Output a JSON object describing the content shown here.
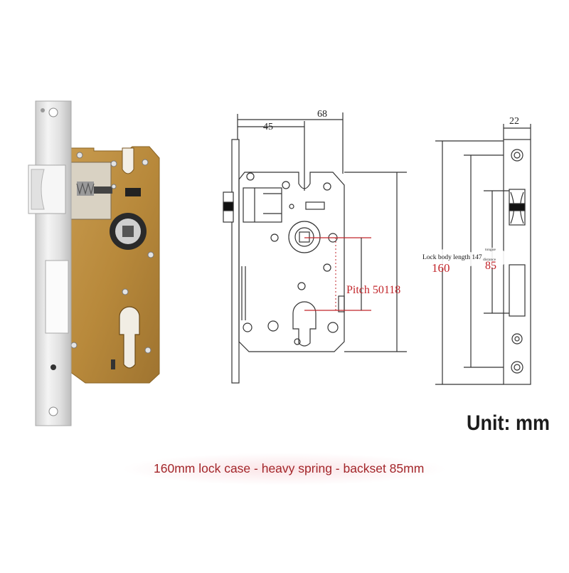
{
  "dimensions": {
    "total_depth": "68",
    "backset_to_slot": "45",
    "faceplate_thickness": "22",
    "lock_body_length_label": "Lock body length 147",
    "overall_length": "160",
    "tongue_distance_label_line1": "tongue",
    "tongue_distance_label_line2": "distance",
    "tongue_distance_value": "85",
    "pitch_label": "Pitch 50118"
  },
  "unit_label": "Unit: mm",
  "caption": "160mm lock case - heavy spring - backset 85mm",
  "colors": {
    "brass_body": "#b98a3c",
    "steel_plate": "#e4e4e4",
    "line_drawing": "#333333",
    "red_accent": "#c2262b",
    "caption_red": "#a3262a"
  }
}
